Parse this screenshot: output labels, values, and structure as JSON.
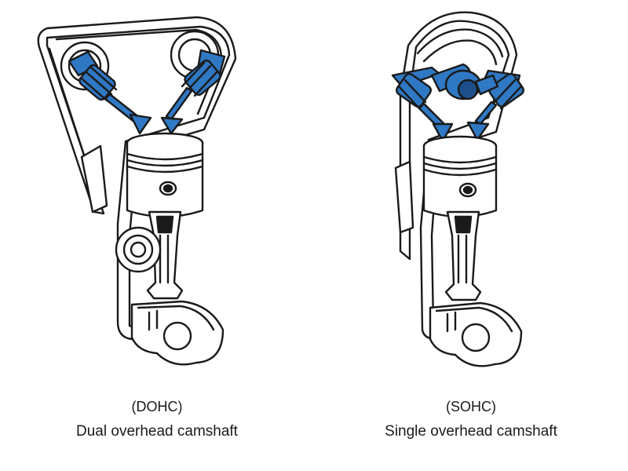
{
  "colors": {
    "valve_blue": "#2f78c4",
    "valve_dark": "#1d4f8a",
    "outline": "#1a1a1a",
    "background": "#ffffff"
  },
  "figures": [
    {
      "id": "dohc",
      "abbreviation": "(DOHC)",
      "label": "Dual overhead camshaft"
    },
    {
      "id": "sohc",
      "abbreviation": "(SOHC)",
      "label": "Single overhead camshaft"
    }
  ]
}
